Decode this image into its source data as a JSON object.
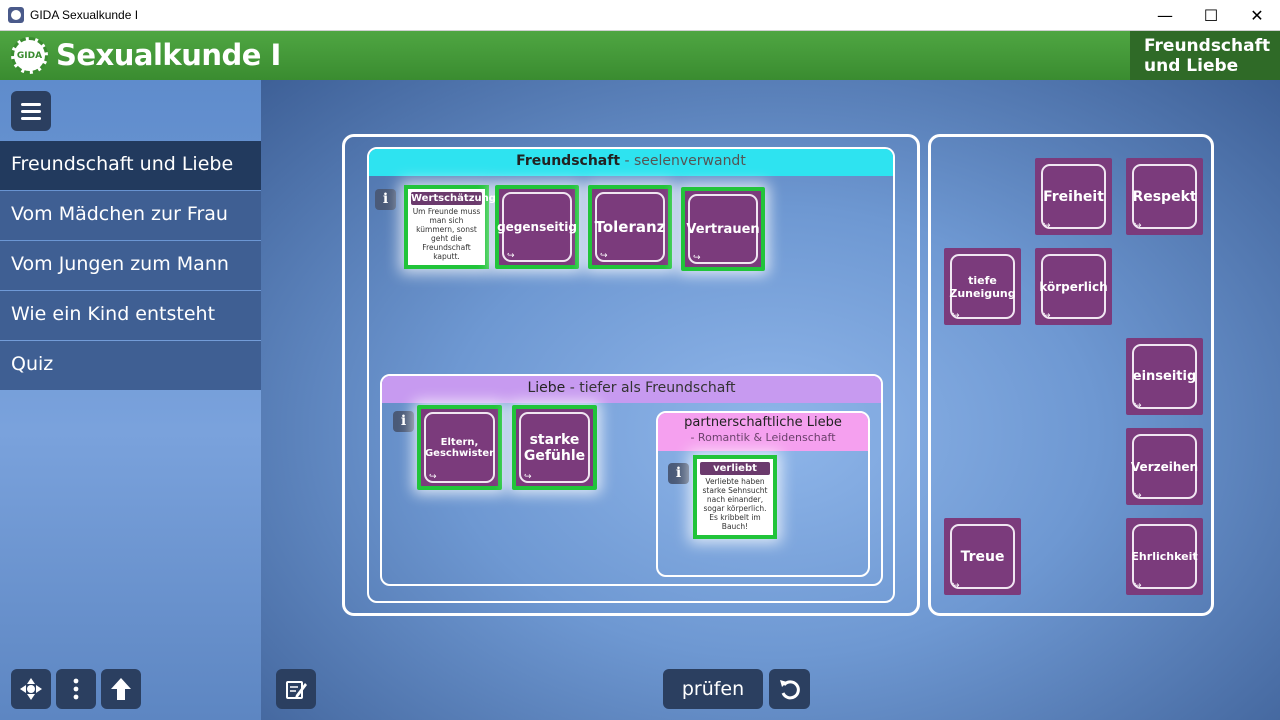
{
  "window": {
    "title": "GIDA Sexualkunde I",
    "minimize": "—",
    "maximize": "☐",
    "close": "✕"
  },
  "header": {
    "logo": "GIDA",
    "app_title": "Sexualkunde I",
    "chapter_line1": "Freundschaft",
    "chapter_line2": "und Liebe"
  },
  "sidebar": {
    "items": [
      {
        "label": "Freundschaft und Liebe",
        "active": true
      },
      {
        "label": "Vom Mädchen zur Frau"
      },
      {
        "label": "Vom Jungen zum Mann"
      },
      {
        "label": "Wie ein Kind entsteht"
      },
      {
        "label": "Quiz"
      }
    ]
  },
  "groups": {
    "freundschaft": {
      "title": "Freundschaft",
      "subtitle": " - seelenverwandt",
      "color": "#2ee3f0"
    },
    "liebe": {
      "title": "Liebe",
      "subtitle": " - tiefer als Freundschaft",
      "color": "#c79af0"
    },
    "partner": {
      "title": "partnerschaftliche Liebe",
      "subtitle": "- Romantik & Leidenschaft",
      "color": "#f5a0ef"
    }
  },
  "info_symbol": "i",
  "turn_symbol": "↪",
  "placed_cards": {
    "wertschaetzung": {
      "title": "Wertschätzung",
      "body": "Um Freunde muss man sich kümmern, sonst geht die Freundschaft kaputt."
    },
    "gegenseitig": "gegenseitig",
    "toleranz": "Toleranz",
    "vertrauen": "Vertrauen",
    "eltern": "Eltern, Geschwister",
    "starke": "starke Gefühle",
    "verliebt": {
      "title": "verliebt",
      "body": "Verliebte haben starke Sehnsucht nach einander, sogar körperlich. Es kribbelt im Bauch!"
    }
  },
  "pool_cards": {
    "freiheit": "Freiheit",
    "respekt": "Respekt",
    "tiefe": "tiefe Zuneigung",
    "koerperlich": "körperlich",
    "einseitig": "einseitig",
    "verzeihen": "Verzeihen",
    "treue": "Treue",
    "ehrlichkeit": "Ehrlichkeit"
  },
  "bottom": {
    "check_label": "prüfen"
  },
  "icons": {
    "menu": "hamburger-icon",
    "nav": "move-icon",
    "more": "more-vertical-icon",
    "up": "arrow-up-icon",
    "notes": "notepad-icon",
    "reset": "reset-icon"
  }
}
